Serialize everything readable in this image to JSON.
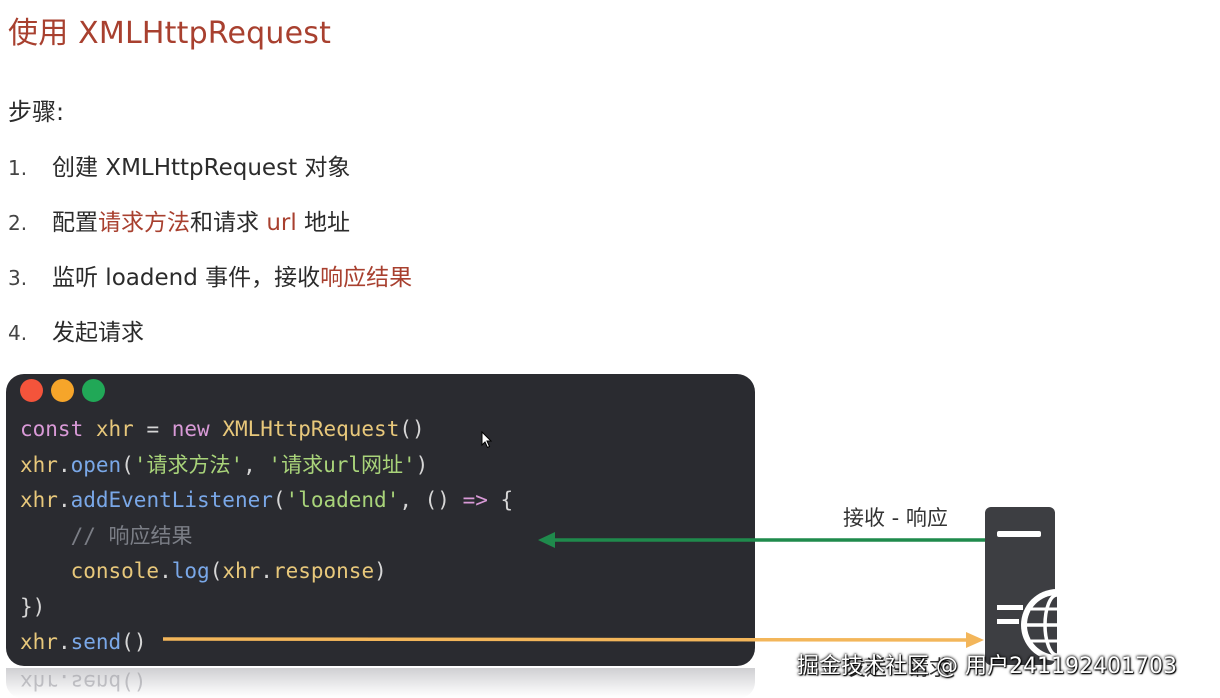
{
  "title": "使用 XMLHttpRequest",
  "steps_heading": "步骤:",
  "steps": [
    {
      "num": "1.",
      "parts": [
        {
          "text": "创建 XMLHttpRequest 对象"
        }
      ]
    },
    {
      "num": "2.",
      "parts": [
        {
          "text": "配置"
        },
        {
          "text": "请求方法",
          "hl": true
        },
        {
          "text": "和请求 "
        },
        {
          "text": "url",
          "hl": true
        },
        {
          "text": " 地址"
        }
      ]
    },
    {
      "num": "3.",
      "parts": [
        {
          "text": "监听 loadend 事件，接收"
        },
        {
          "text": "响应结果",
          "hl": true
        }
      ]
    },
    {
      "num": "4.",
      "parts": [
        {
          "text": "发起请求"
        }
      ]
    }
  ],
  "code_lines": [
    [
      {
        "t": "const",
        "c": "kw"
      },
      {
        "t": " "
      },
      {
        "t": "xhr",
        "c": "id"
      },
      {
        "t": " = "
      },
      {
        "t": "new",
        "c": "kw"
      },
      {
        "t": " "
      },
      {
        "t": "XMLHttpRequest",
        "c": "id"
      },
      {
        "t": "()"
      }
    ],
    [
      {
        "t": "xhr",
        "c": "id"
      },
      {
        "t": "."
      },
      {
        "t": "open",
        "c": "fn"
      },
      {
        "t": "("
      },
      {
        "t": "'请求方法'",
        "c": "str"
      },
      {
        "t": ", "
      },
      {
        "t": "'请求url网址'",
        "c": "str"
      },
      {
        "t": ")"
      }
    ],
    [
      {
        "t": "xhr",
        "c": "id"
      },
      {
        "t": "."
      },
      {
        "t": "addEventListener",
        "c": "fn"
      },
      {
        "t": "("
      },
      {
        "t": "'loadend'",
        "c": "str"
      },
      {
        "t": ", () "
      },
      {
        "t": "=>",
        "c": "kw"
      },
      {
        "t": " {"
      }
    ],
    [
      {
        "t": "    "
      },
      {
        "t": "// 响应结果",
        "c": "cmt"
      }
    ],
    [
      {
        "t": "    "
      },
      {
        "t": "console",
        "c": "id"
      },
      {
        "t": "."
      },
      {
        "t": "log",
        "c": "fn"
      },
      {
        "t": "("
      },
      {
        "t": "xhr",
        "c": "id"
      },
      {
        "t": "."
      },
      {
        "t": "response",
        "c": "id"
      },
      {
        "t": ")"
      }
    ],
    [
      {
        "t": "})"
      }
    ],
    [
      {
        "t": "xhr",
        "c": "id"
      },
      {
        "t": "."
      },
      {
        "t": "send",
        "c": "fn"
      },
      {
        "t": "()"
      }
    ]
  ],
  "reflection_text": "xhr.send()",
  "diagram": {
    "receive_label": "接收 - 响应",
    "send_label": "发送 - 请求",
    "receive_color": "#1f8a4c",
    "send_color": "#f3b65a",
    "server_icon": "server-globe-icon"
  },
  "watermark": "掘金技术社区 @ 用户241192401703",
  "colors": {
    "accent": "#a8402f",
    "code_bg": "#2a2b30"
  }
}
